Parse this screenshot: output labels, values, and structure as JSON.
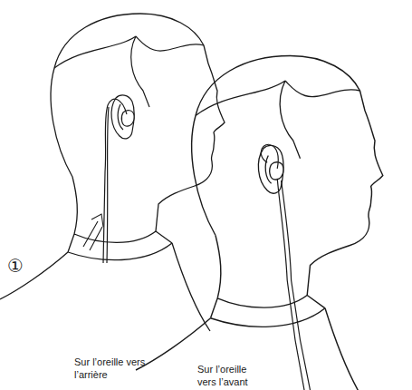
{
  "diagram": {
    "labels": [
      "①",
      "Sur l’oreille vers l’arrière",
      "Sur l’oreille vers l’avant"
    ]
  }
}
